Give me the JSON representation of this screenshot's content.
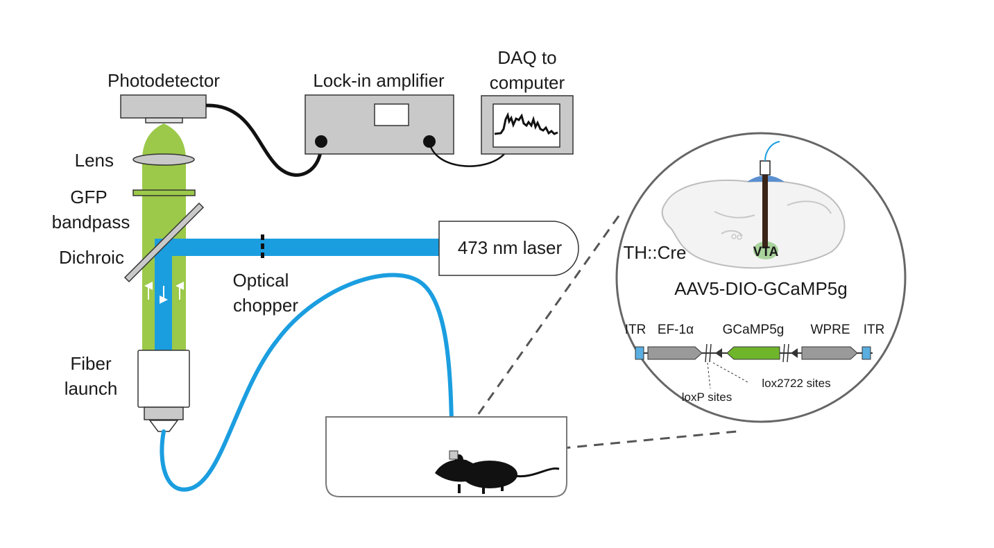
{
  "labels": {
    "photodetector": "Photodetector",
    "lock_in": "Lock-in amplifier",
    "daq_line1": "DAQ to",
    "daq_line2": "computer",
    "lens": "Lens",
    "gfp_line1": "GFP",
    "gfp_line2": "bandpass",
    "dichroic": "Dichroic",
    "laser": "473 nm laser",
    "chopper_line1": "Optical",
    "chopper_line2": "chopper",
    "fiber_line1": "Fiber",
    "fiber_line2": "launch",
    "th_cre": "TH::Cre",
    "vta": "VTA",
    "virus": "AAV5-DIO-GCaMP5g"
  },
  "construct": {
    "itr_left": "ITR",
    "promoter": "EF-1α",
    "gene": "GCaMP5g",
    "wpre": "WPRE",
    "itr_right": "ITR",
    "loxp": "loxP sites",
    "lox2722": "lox2722 sites"
  },
  "colors": {
    "emission_green": "#9cc94a",
    "laser_blue": "#1b9ee0",
    "gcamp_green": "#6fb52c",
    "itr_blue": "#5aaee0",
    "device_gray": "#c9c9c9",
    "vta_green": "#a9d39c",
    "cannula_blue": "#5a8fd0"
  }
}
